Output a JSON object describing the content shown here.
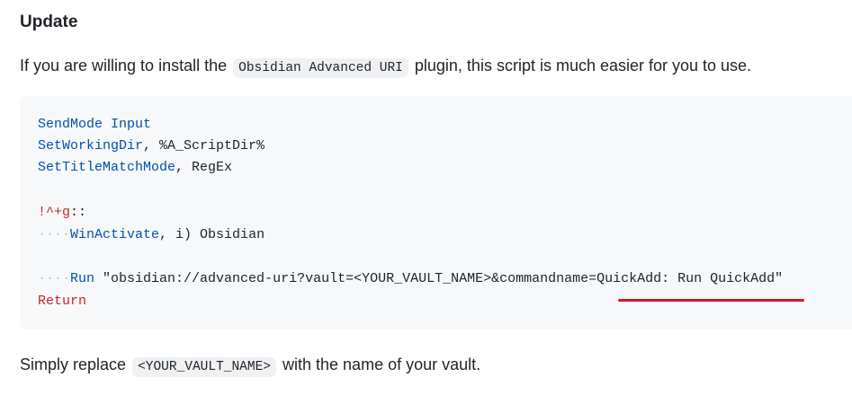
{
  "heading": "Update",
  "intro": {
    "before": "If you are willing to install the",
    "code": "Obsidian Advanced URI",
    "after": "plugin, this script is much easier for you to use."
  },
  "code": {
    "line1": {
      "kw": "SendMode Input"
    },
    "line2": {
      "kw": "SetWorkingDir",
      "rest": ", %A_ScriptDir%"
    },
    "line3": {
      "kw": "SetTitleMatchMode",
      "rest": ", RegEx"
    },
    "line4": {
      "hotkey": "!^+g",
      "sep": "::"
    },
    "line5": {
      "dots": "····",
      "kw": "WinActivate",
      "rest": ", i) Obsidian"
    },
    "line6": {
      "dots": "····",
      "kw": "Run",
      "rest": " \"obsidian://advanced-uri?vault=<YOUR_VAULT_NAME>&commandname=QuickAdd: Run QuickAdd\""
    },
    "line7": {
      "kw": "Return"
    }
  },
  "outro": {
    "before": "Simply replace",
    "code": "<YOUR_VAULT_NAME>",
    "after": "with the name of your vault."
  },
  "colors": {
    "keyword": "#0550ae",
    "return": "#cf222e",
    "annotation": "#e01020"
  }
}
